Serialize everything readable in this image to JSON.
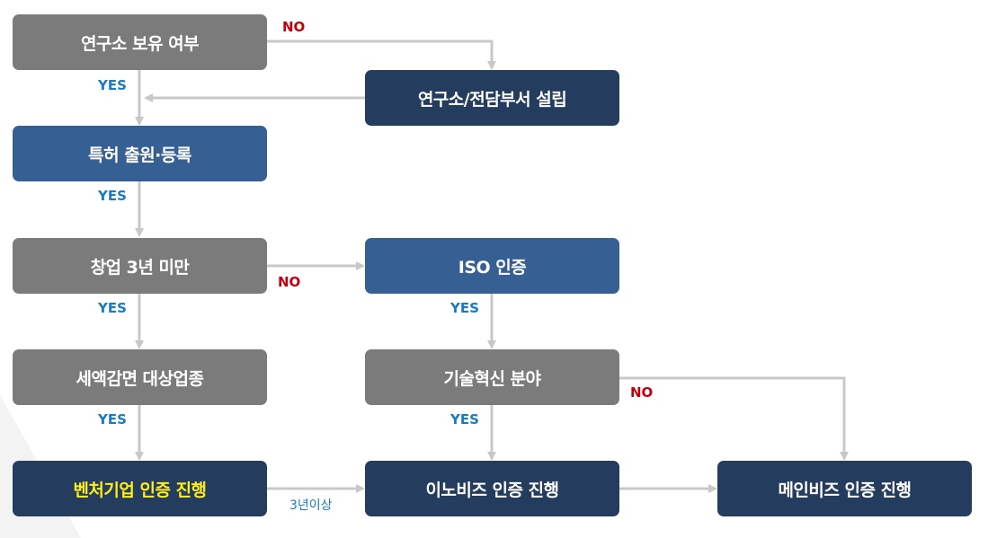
{
  "boxes": {
    "research_lab": "연구소 보유 여부",
    "establish_lab": "연구소/전담부서 설립",
    "patent": "특허 출원·등록",
    "startup": "창업 3년 미만",
    "iso": "ISO 인증",
    "tax": "세액감면 대상업종",
    "tech": "기술혁신 분야",
    "venture": "벤처기업 인증 진행",
    "innobiz": "이노비즈 인증 진행",
    "mainbiz": "메인비즈 인증 진행"
  },
  "labels": {
    "yes1": "YES",
    "yes2": "YES",
    "yes3": "YES",
    "yes4": "YES",
    "yes5": "YES",
    "yes6": "YES",
    "no1": "NO",
    "no2": "NO",
    "no3": "NO",
    "three_years": "3년이상"
  },
  "colors": {
    "gray_box": "#7b7b7b",
    "blue_box": "#365f93",
    "navy_box": "#243c5e",
    "yes_text": "#1a7bc4",
    "no_text": "#c0000a",
    "highlight_text": "#ffee1a",
    "connector": "#c8c8c8"
  }
}
